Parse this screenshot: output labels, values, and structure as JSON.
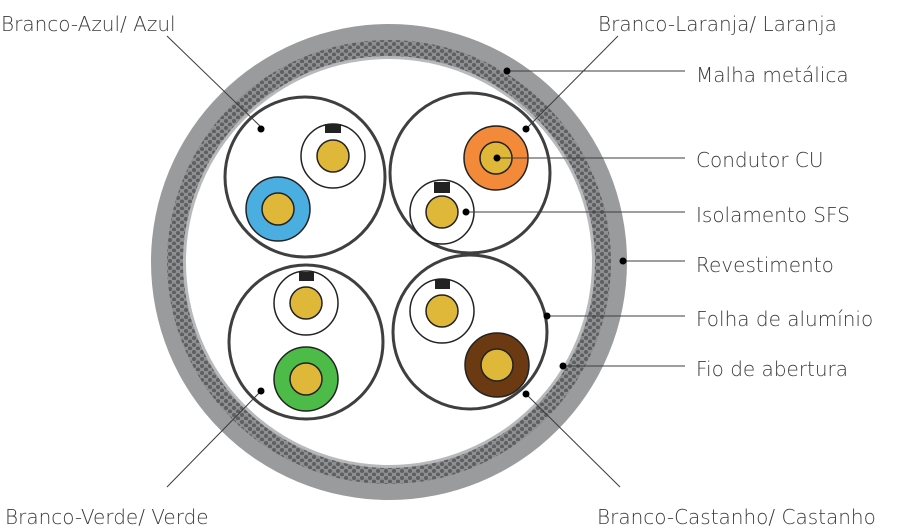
{
  "labels": {
    "pair_blue": "Branco-Azul/ Azul",
    "pair_orange": "Branco-Laranja/ Laranja",
    "pair_green": "Branco-Verde/ Verde",
    "pair_brown": "Branco-Castanho/ Castanho",
    "braid": "Malha metálica",
    "conductor": "Condutor CU",
    "insulation": "Isolamento SFS",
    "jacket": "Revestimento",
    "foil": "Folha de alumínio",
    "ripcord": "Fio de abertura"
  },
  "colors": {
    "jacket": "#9a9b9d",
    "braid_bg": "#8a8b8d",
    "braid_dot": "#5e5f61",
    "copper": "#dfb83a",
    "blue": "#4aaee0",
    "orange": "#f28a3a",
    "green": "#4dbb47",
    "brown": "#6b3a12",
    "foil": "#3f3f3f"
  }
}
